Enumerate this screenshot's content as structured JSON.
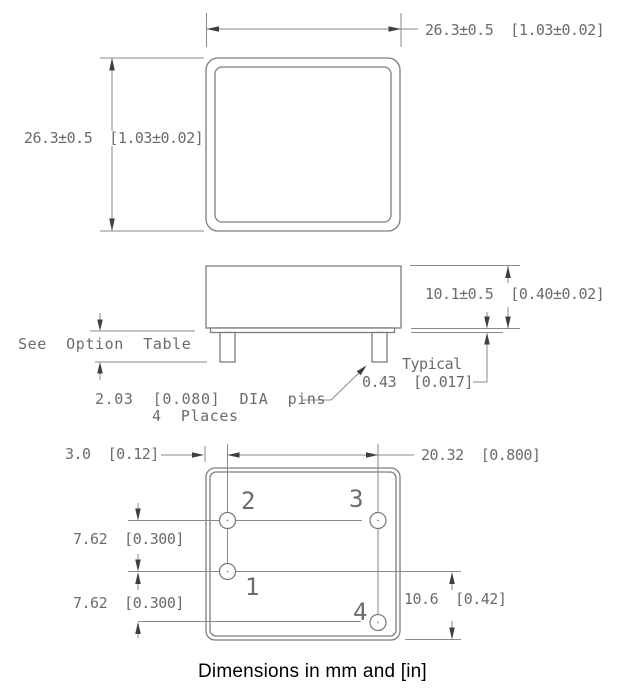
{
  "caption": "Dimensions in mm and [in]",
  "top_view": {
    "width_dim": "26.3±0.5  [1.03±0.02]",
    "height_dim": "26.3±0.5  [1.03±0.02]"
  },
  "side_view": {
    "height_dim": "10.1±0.5  [0.40±0.02]",
    "pin_length_label": "See  Option  Table",
    "standoff_label": "Typical",
    "standoff_dim": "0.43  [0.017]",
    "pin_dia_note_line1": "2.03  [0.080]  DIA  pins",
    "pin_dia_note_line2": "4  Places"
  },
  "bottom_view": {
    "edge_to_pin_dim": "3.0  [0.12]",
    "pin_span_dim": "20.32  [0.800]",
    "row_pitch_upper_dim": "7.62  [0.300]",
    "row_pitch_lower_dim": "7.62  [0.300]",
    "row_to_edge_dim": "10.6  [0.42]",
    "pins": {
      "p1": "1",
      "p2": "2",
      "p3": "3",
      "p4": "4"
    }
  },
  "colors": {
    "outline": "#7d7d7d",
    "dim_line": "#8a8a8a",
    "arrow": "#3f3f3f",
    "text": "#6b6b6b",
    "caption_text": "#000000",
    "background": "#ffffff"
  }
}
